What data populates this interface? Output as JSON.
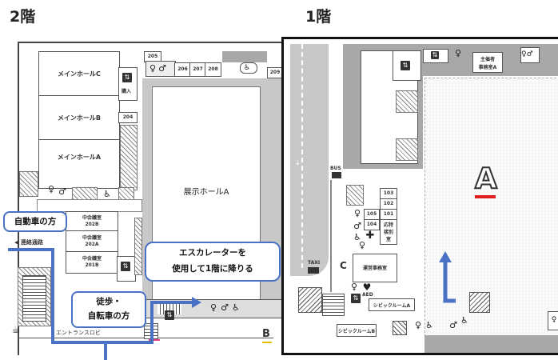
{
  "floors": {
    "f2": {
      "title": "2階"
    },
    "f1": {
      "title": "1階"
    }
  },
  "f2_rooms": {
    "main_hall_c": "メインホールC",
    "main_hall_b": "メインホールB",
    "main_hall_a": "メインホールA",
    "r204": "204",
    "r205": "205",
    "r206": "206",
    "r207": "207",
    "r208": "208",
    "r209": "209",
    "exhibit_hall_a": "展示ホールA",
    "mid_meeting_202b_top": "中会議室",
    "mid_meeting_202b": "202B",
    "mid_meeting_202a_top": "中会議室",
    "mid_meeting_202a": "202A",
    "mid_meeting_201b_top": "中会議室",
    "mid_meeting_201b": "201B",
    "passage": "連絡通路",
    "entrance_lobby": "エントランスロビ",
    "elevator_label": "購入",
    "exit_b": "B"
  },
  "f1_rooms": {
    "hall_a_letter": "A",
    "organizer_office_top": "主催者",
    "organizer_office": "事務室A",
    "r103": "103",
    "r102": "102",
    "r101": "101",
    "r105": "105",
    "r104": "104",
    "reception_top": "応特",
    "reception_mid": "接別",
    "reception_bot": "室",
    "operations_office": "運営事務室",
    "civic_room_a": "シビックルームA",
    "civic_room_b": "シビックルームB",
    "bus_label": "BUS",
    "taxi_label": "TAXI",
    "aed_label": "AED",
    "c_marker": "C"
  },
  "callouts": {
    "car": "自動車の方",
    "walk_line1": "徒歩・",
    "walk_line2": "自転車の方",
    "escalator_line1": "エスカレーターを",
    "escalator_line2": "使用して1階に降りる"
  },
  "colors": {
    "route_blue": "#4a72c4",
    "hall_a_red": "#e02020",
    "exit_b_yellow": "#e8c000",
    "exit_pink": "#e0408a"
  },
  "icons": {
    "restroom": "restroom-icon",
    "elevator": "elevator-icon",
    "wheelchair": "wheelchair-icon",
    "first_aid": "first-aid-icon",
    "cafe": "cafe-icon",
    "bus": "bus-icon",
    "taxi": "taxi-icon"
  }
}
